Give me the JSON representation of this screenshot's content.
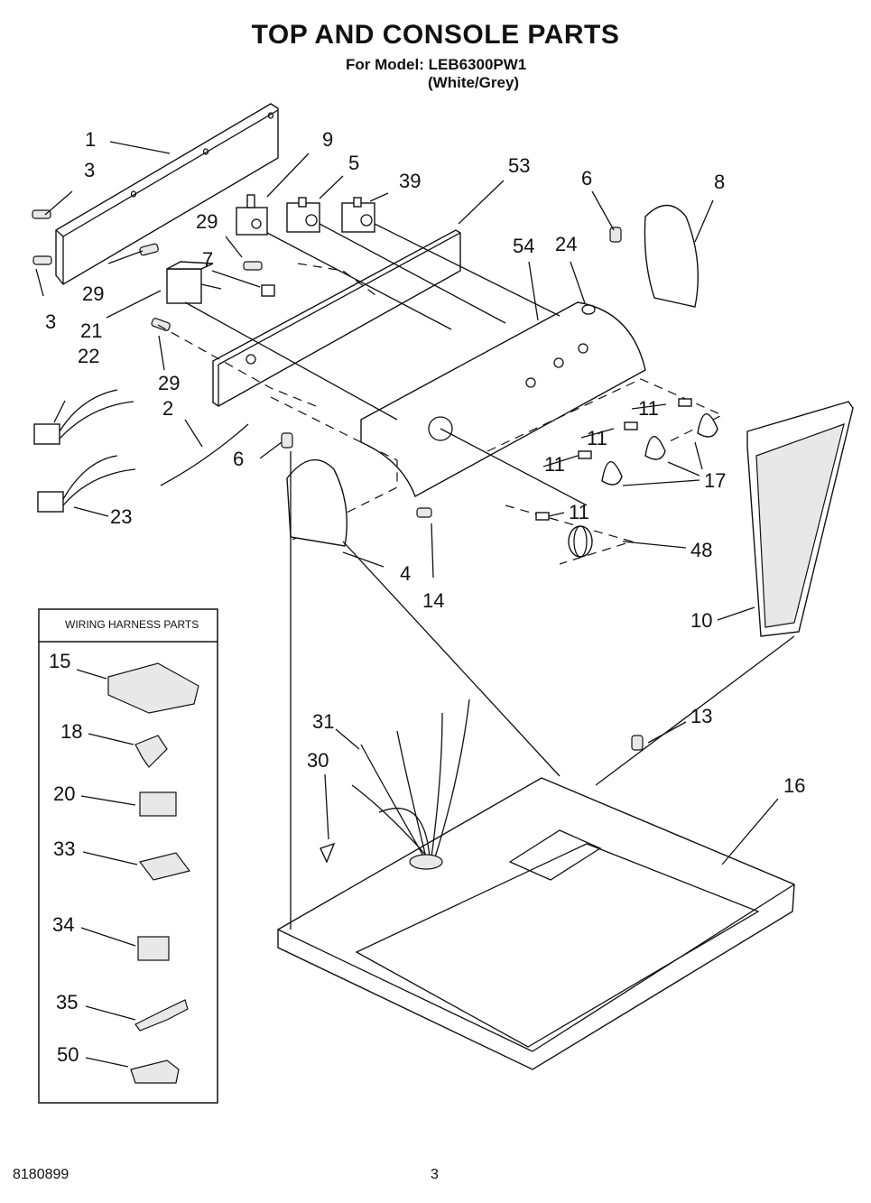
{
  "header": {
    "title": "TOP AND CONSOLE PARTS",
    "model_line": "For Model: LEB6300PW1",
    "color_line": "(White/Grey)"
  },
  "wiring_box": {
    "title": "WIRING HARNESS PARTS",
    "items": [
      "15",
      "18",
      "20",
      "33",
      "34",
      "35",
      "50"
    ]
  },
  "callouts": {
    "c1": "1",
    "c3a": "3",
    "c3b": "3",
    "c9": "9",
    "c5": "5",
    "c39": "39",
    "c53": "53",
    "c6a": "6",
    "c8": "8",
    "c29a": "29",
    "c29b": "29",
    "c29c": "29",
    "c7": "7",
    "c54": "54",
    "c24": "24",
    "c21": "21",
    "c22": "22",
    "c2": "2",
    "c6b": "6",
    "c23": "23",
    "c4": "4",
    "c14": "14",
    "c11a": "11",
    "c11b": "11",
    "c11c": "11",
    "c11d": "11",
    "c17": "17",
    "c48": "48",
    "c10": "10",
    "c31": "31",
    "c13": "13",
    "c30": "30",
    "c16": "16"
  },
  "footer": {
    "doc_number": "8180899",
    "page_number": "3"
  }
}
